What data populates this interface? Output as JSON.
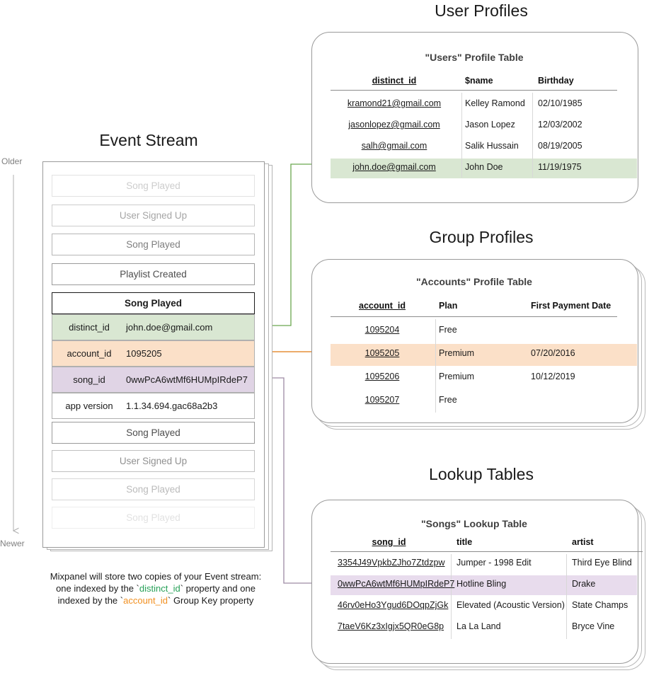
{
  "sections": {
    "event_stream_title": "Event Stream",
    "user_profiles_title": "User Profiles",
    "group_profiles_title": "Group Profiles",
    "lookup_tables_title": "Lookup Tables"
  },
  "timeline": {
    "older": "Older",
    "newer": "Newer"
  },
  "event_stream": {
    "before_events": [
      {
        "label": "Song Played",
        "opacity": 0.28
      },
      {
        "label": "User Signed Up",
        "opacity": 0.5
      },
      {
        "label": "Song Played",
        "opacity": 0.72
      },
      {
        "label": "Playlist Created",
        "opacity": 1.0
      }
    ],
    "selected_event": {
      "label": "Song Played"
    },
    "properties": [
      {
        "key": "distinct_id",
        "value": "john.doe@gmail.com",
        "color": "#d9e7d2"
      },
      {
        "key": "account_id",
        "value": "1095205",
        "color": "#fbe0c8"
      },
      {
        "key": "song_id",
        "value": "0wwPcA6wtMf6HUMpIRdeP7",
        "color": "#e0d4e5"
      },
      {
        "key": "app version",
        "value": "1.1.34.694.gac68a2b3",
        "color": "#ffffff"
      }
    ],
    "after_events": [
      {
        "label": "Song Played",
        "opacity": 1.0
      },
      {
        "label": "User Signed Up",
        "opacity": 0.62
      },
      {
        "label": "Song Played",
        "opacity": 0.38
      },
      {
        "label": "Song Played",
        "opacity": 0.16
      }
    ]
  },
  "caption": {
    "line1": "Mixpanel will store two copies of your Event stream:",
    "line2_a": "one indexed by the `",
    "line2_key": "distinct_id",
    "line2_b": "` property and one",
    "line3_a": "indexed by the `",
    "line3_key": "account_id",
    "line3_b": "` Group Key property"
  },
  "tables": {
    "users": {
      "caption": "\"Users\" Profile Table",
      "columns": [
        "distinct_id",
        "$name",
        "Birthday"
      ],
      "rows": [
        {
          "cells": [
            "kramond21@gmail.com",
            "Kelley Ramond",
            "02/10/1985"
          ],
          "highlight": false
        },
        {
          "cells": [
            "jasonlopez@gmail.com",
            "Jason Lopez",
            "12/03/2002"
          ],
          "highlight": false
        },
        {
          "cells": [
            "salh@gmail.com",
            "Salik Hussain",
            "08/19/2005"
          ],
          "highlight": false
        },
        {
          "cells": [
            "john.doe@gmail.com",
            "John Doe",
            "11/19/1975"
          ],
          "highlight": true
        }
      ],
      "highlight_color": "#d9e7d2"
    },
    "accounts": {
      "caption": "\"Accounts\" Profile Table",
      "columns": [
        "account_id",
        "Plan",
        "First Payment Date"
      ],
      "rows": [
        {
          "cells": [
            "1095204",
            "Free",
            ""
          ],
          "highlight": false
        },
        {
          "cells": [
            "1095205",
            "Premium",
            "07/20/2016"
          ],
          "highlight": true
        },
        {
          "cells": [
            "1095206",
            "Premium",
            "10/12/2019"
          ],
          "highlight": false
        },
        {
          "cells": [
            "1095207",
            "Free",
            ""
          ],
          "highlight": false
        }
      ],
      "highlight_color": "#fbe0c8"
    },
    "songs": {
      "caption": "\"Songs\" Lookup Table",
      "columns": [
        "song_id",
        "title",
        "artist"
      ],
      "rows": [
        {
          "cells": [
            "3354J49VpkbZJho7Ztdzpw",
            "Jumper - 1998 Edit",
            "Third Eye Blind"
          ],
          "highlight": false
        },
        {
          "cells": [
            "0wwPcA6wtMf6HUMpIRdeP7",
            "Hotline Bling",
            "Drake"
          ],
          "highlight": true
        },
        {
          "cells": [
            "46rv0eHo3Ygud6DOqpZjGk",
            "Elevated (Acoustic Version)",
            "State Champs"
          ],
          "highlight": false
        },
        {
          "cells": [
            "7taeV6Kz3xIgjx5QR0eG8p",
            "La La Land",
            "Bryce Vine"
          ],
          "highlight": false
        }
      ],
      "highlight_color": "#e8dced"
    }
  },
  "connector_colors": {
    "distinct_id": "#6aa84f",
    "account_id": "#e69138",
    "song_id": "#9d8aa5"
  }
}
